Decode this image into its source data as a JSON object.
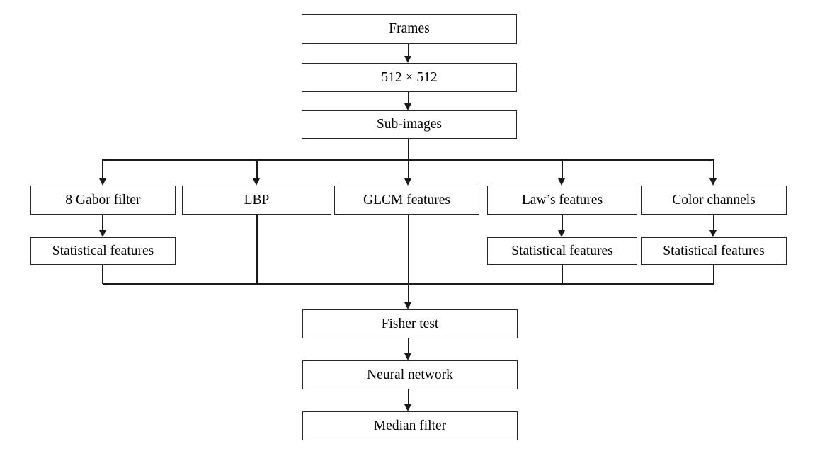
{
  "diagram": {
    "type": "flowchart",
    "nodes": {
      "frames": {
        "label": "Frames"
      },
      "resize": {
        "label": "512 × 512"
      },
      "sub_images": {
        "label": "Sub-images"
      },
      "gabor": {
        "label": "8 Gabor filter"
      },
      "lbp": {
        "label": "LBP"
      },
      "glcm": {
        "label": "GLCM features"
      },
      "laws": {
        "label": "Law’s features"
      },
      "color": {
        "label": "Color channels"
      },
      "stat_gabor": {
        "label": "Statistical features"
      },
      "stat_laws": {
        "label": "Statistical features"
      },
      "stat_color": {
        "label": "Statistical features"
      },
      "fisher": {
        "label": "Fisher test"
      },
      "neural": {
        "label": "Neural network"
      },
      "median": {
        "label": "Median filter"
      }
    },
    "edges": [
      {
        "from": "frames",
        "to": "resize"
      },
      {
        "from": "resize",
        "to": "sub_images"
      },
      {
        "from": "sub_images",
        "to": "gabor"
      },
      {
        "from": "sub_images",
        "to": "lbp"
      },
      {
        "from": "sub_images",
        "to": "glcm"
      },
      {
        "from": "sub_images",
        "to": "laws"
      },
      {
        "from": "sub_images",
        "to": "color"
      },
      {
        "from": "gabor",
        "to": "stat_gabor"
      },
      {
        "from": "laws",
        "to": "stat_laws"
      },
      {
        "from": "color",
        "to": "stat_color"
      },
      {
        "from": "stat_gabor",
        "to": "fisher"
      },
      {
        "from": "lbp",
        "to": "fisher"
      },
      {
        "from": "glcm",
        "to": "fisher"
      },
      {
        "from": "stat_laws",
        "to": "fisher"
      },
      {
        "from": "stat_color",
        "to": "fisher"
      },
      {
        "from": "fisher",
        "to": "neural"
      },
      {
        "from": "neural",
        "to": "median"
      }
    ],
    "colors": {
      "background": "#ffffff",
      "box_border": "#262626",
      "line": "#1a1a1a",
      "text": "#000000"
    }
  }
}
